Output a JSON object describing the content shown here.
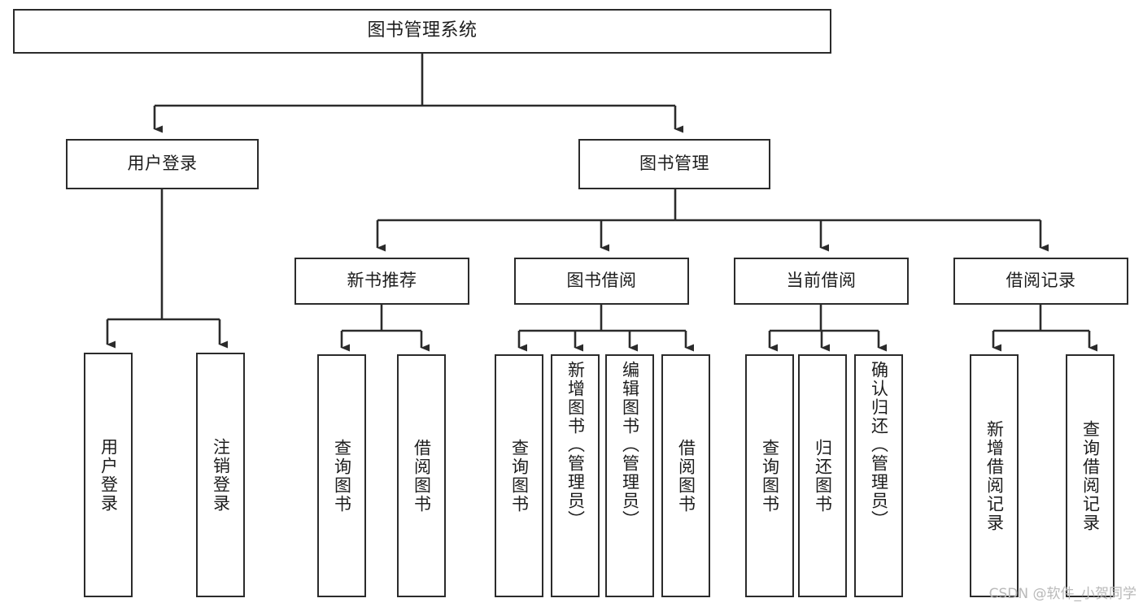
{
  "diagram": {
    "title": "图书管理系统",
    "type": "tree-hierarchy-diagram",
    "watermark": "CSDN @软件_小贺同学",
    "colors": {
      "stroke": "#2b2b2b",
      "fill": "#ffffff",
      "text": "#1d1d1d",
      "watermark": "#b9b9b9"
    },
    "root": {
      "label": "图书管理系统"
    },
    "level2": [
      {
        "label": "用户登录"
      },
      {
        "label": "图书管理"
      }
    ],
    "level3": [
      {
        "label": "新书推荐"
      },
      {
        "label": "图书借阅"
      },
      {
        "label": "当前借阅"
      },
      {
        "label": "借阅记录"
      }
    ],
    "leaves": {
      "user_login": [
        {
          "label": "用户登录"
        },
        {
          "label": "注销登录"
        }
      ],
      "new_book_recommend": [
        {
          "label": "查询图书"
        },
        {
          "label": "借阅图书"
        }
      ],
      "book_borrow": [
        {
          "label": "查询图书"
        },
        {
          "label": "新增图书（管理员）"
        },
        {
          "label": "编辑图书（管理员）"
        },
        {
          "label": "借阅图书"
        }
      ],
      "current_borrow": [
        {
          "label": "查询图书"
        },
        {
          "label": "归还图书"
        },
        {
          "label": "确认归还（管理员）"
        }
      ],
      "borrow_record": [
        {
          "label": "新增借阅记录"
        },
        {
          "label": "查询借阅记录"
        }
      ]
    }
  }
}
